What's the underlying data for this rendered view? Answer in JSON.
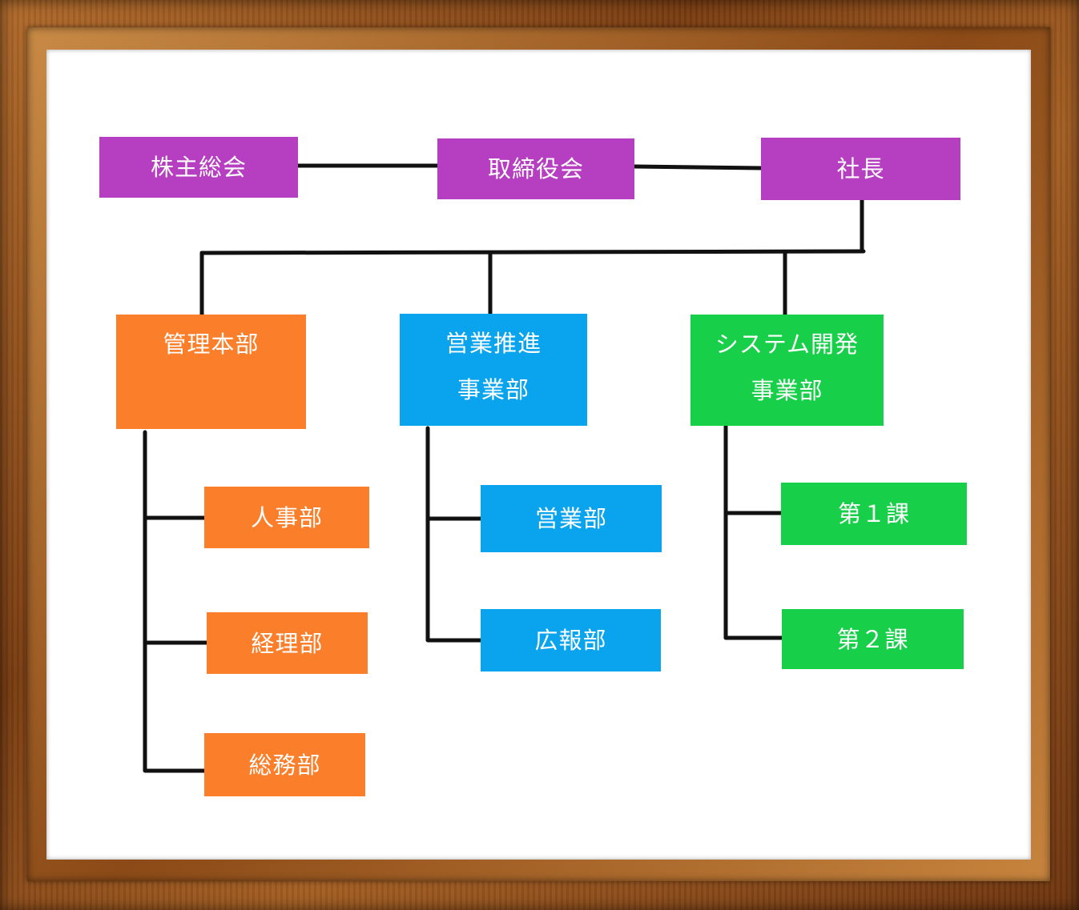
{
  "diagram": {
    "colors": {
      "executive": "#b63ec0",
      "management": "#fb7e2a",
      "sales": "#0aa3ee",
      "development": "#18cf4a",
      "connector": "#111111"
    },
    "top": {
      "shareholders": "株主総会",
      "board": "取締役会",
      "president": "社長"
    },
    "divisions": {
      "management": {
        "line1": "管理本部"
      },
      "sales": {
        "line1": "営業推進",
        "line2": "事業部"
      },
      "development": {
        "line1": "システム開発",
        "line2": "事業部"
      }
    },
    "departments": {
      "management": [
        "人事部",
        "経理部",
        "総務部"
      ],
      "sales": [
        "営業部",
        "広報部"
      ],
      "development": [
        "第１課",
        "第２課"
      ]
    }
  }
}
